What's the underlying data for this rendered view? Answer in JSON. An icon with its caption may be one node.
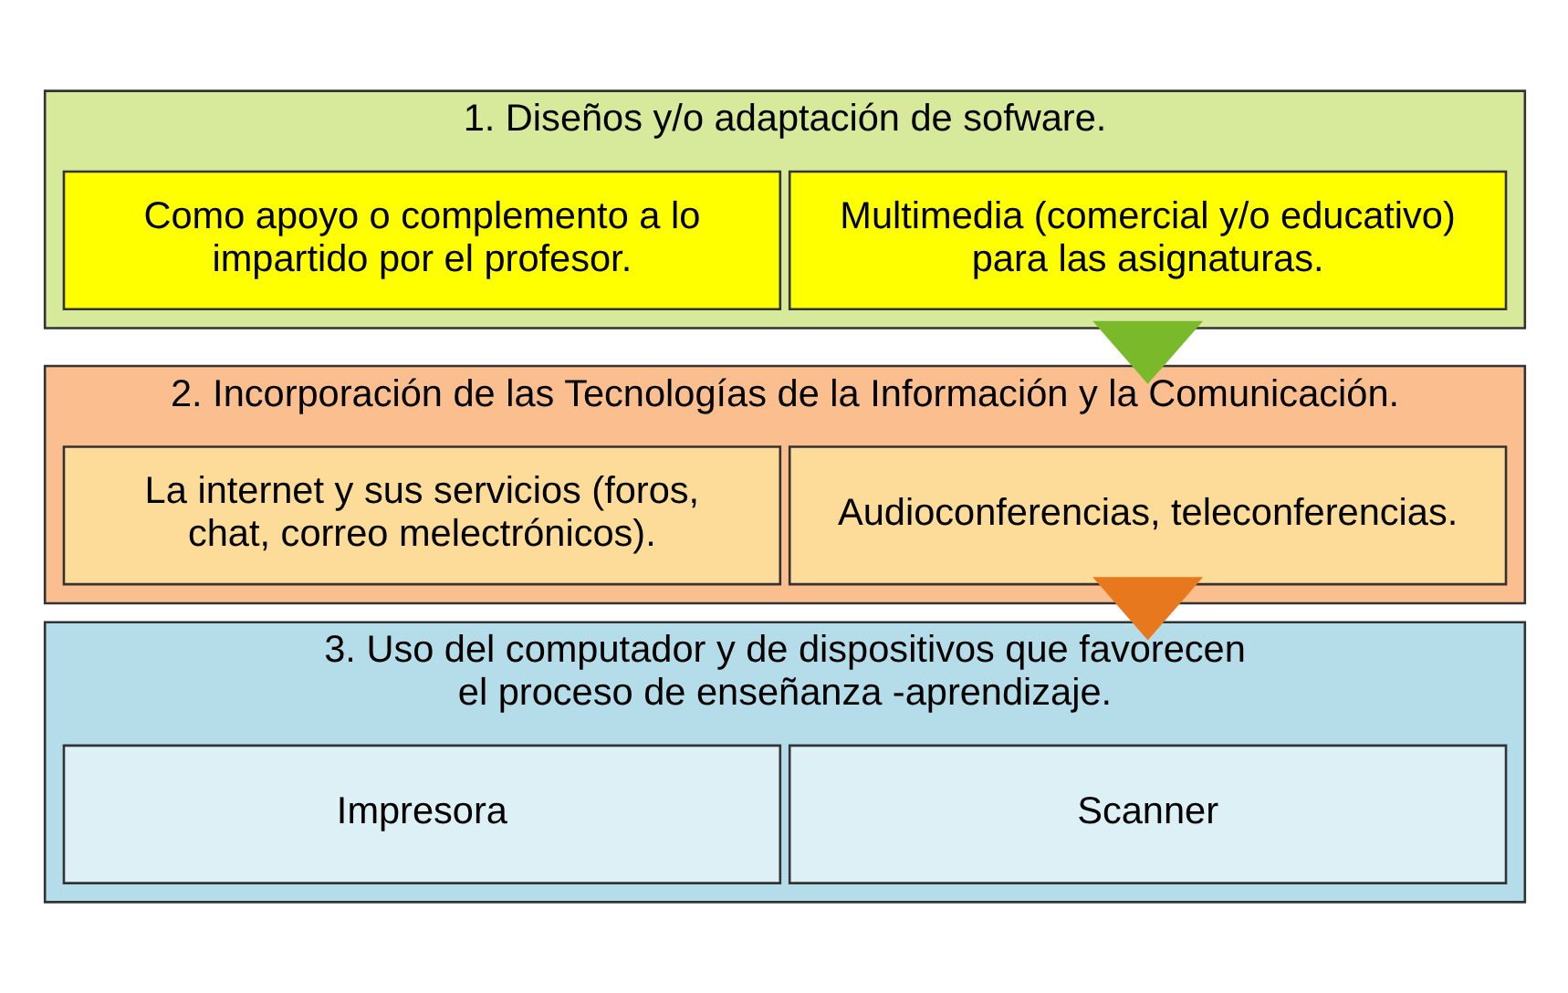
{
  "diagram": {
    "nodes": [
      {
        "text": [
          "1. Diseños y/o adaptación de sofware."
        ]
      },
      {
        "text": [
          "Multimedia (comercial y/o educativo) para las asignaturas."
        ],
        "in": 0
      },
      {
        "text": [
          "Como apoyo o complemento a lo impartido por el profesor."
        ],
        "in": 0
      },
      {
        "text": [
          "2. Incorporación de las Tecnologías de la Información y la Comunicación."
        ]
      },
      {
        "text": [
          "Audioconferencias, teleconferencias."
        ],
        "in": 3
      },
      {
        "text": [
          "La internet y sus servicios (foros, chat, correo melectrónicos)."
        ],
        "in": 3
      },
      {
        "text": [
          "3. Uso del computador y de dispositivos que favorecen el proceso de enseñanza -aprendizaje."
        ]
      },
      {
        "text": [
          "Scanner"
        ],
        "in": 6
      },
      {
        "text": [
          "Impresora"
        ],
        "in": 6
      }
    ],
    "edges": [
      {
        "from": 0,
        "to": 3,
        "arrow": "to",
        "style": "thick",
        "color": "#7ab929"
      },
      {
        "from": 3,
        "to": 6,
        "arrow": "to",
        "style": "thick",
        "color": "#e8781e"
      }
    ]
  }
}
